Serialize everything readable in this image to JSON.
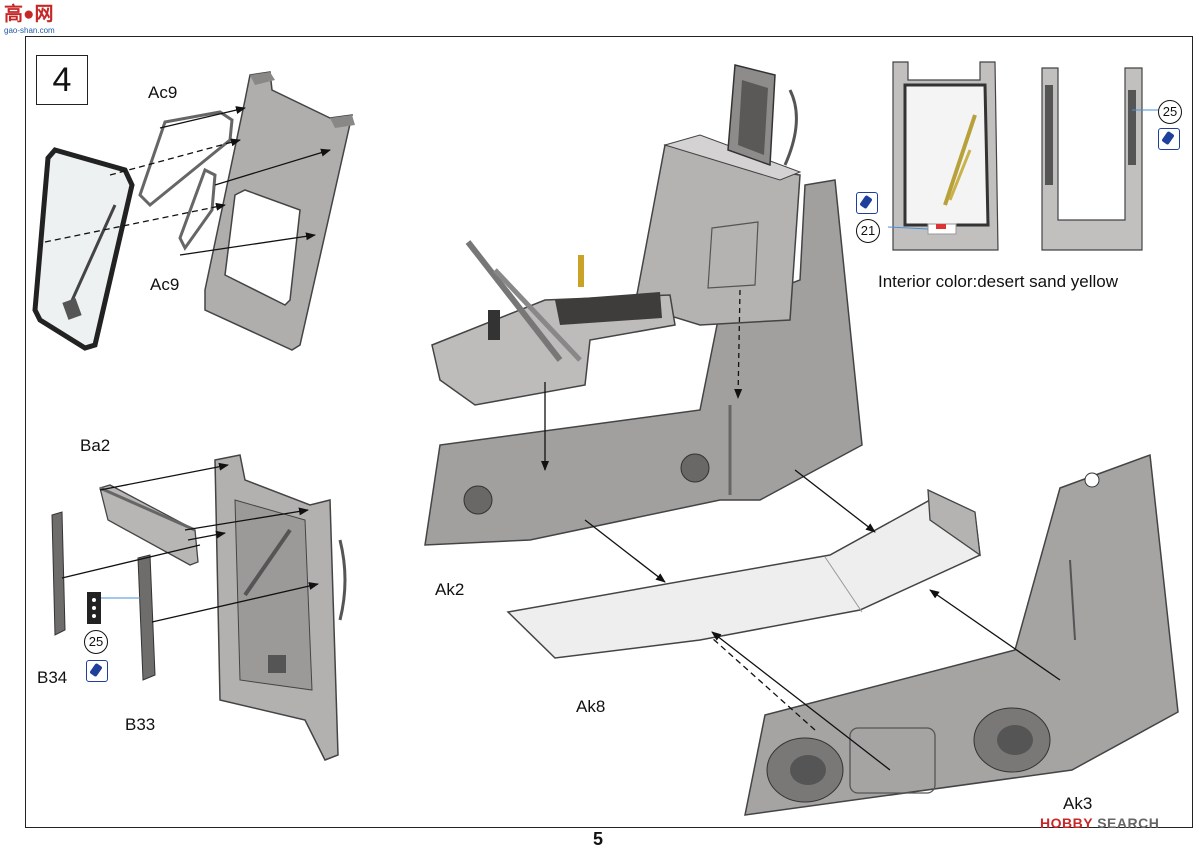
{
  "site": {
    "name": "高●网",
    "url": "gao-shan.com"
  },
  "step_number": "4",
  "parts": {
    "ac9_top": "Ac9",
    "ac9_bottom": "Ac9",
    "ba2": "Ba2",
    "b34": "B34",
    "b33": "B33",
    "ak2": "Ak2",
    "ak8": "Ak8",
    "ak3": "Ak3"
  },
  "decals": {
    "left": "25",
    "detail_top": "25",
    "detail_mid": "21"
  },
  "interior_note": "Interior color:desert sand yellow",
  "page_number": "5",
  "watermark": {
    "brand": "HOBBY",
    "suffix": "SEARCH"
  },
  "colors": {
    "part_grey": "#a9a6a6",
    "part_dark": "#7d7a7a",
    "paint_icon": "#1e3f9c",
    "glass": "#e8ecec"
  }
}
